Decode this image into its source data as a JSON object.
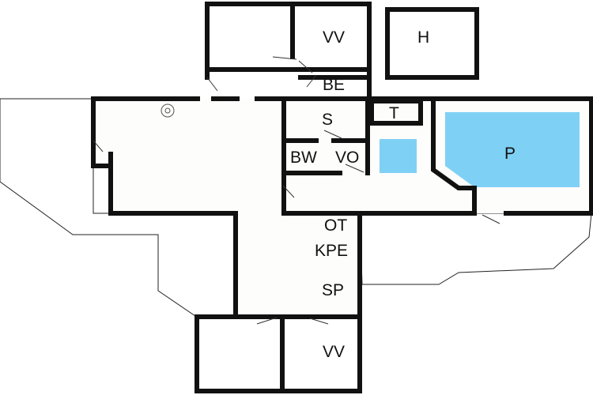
{
  "title": "Floor plan",
  "rooms": [
    {
      "id": "vv-top",
      "label": "VV"
    },
    {
      "id": "h",
      "label": "H"
    },
    {
      "id": "be",
      "label": "BE"
    },
    {
      "id": "s",
      "label": "S"
    },
    {
      "id": "t",
      "label": "T"
    },
    {
      "id": "bw",
      "label": "BW"
    },
    {
      "id": "vo",
      "label": "VO"
    },
    {
      "id": "p",
      "label": "P"
    },
    {
      "id": "ot",
      "label": "OT"
    },
    {
      "id": "kpe",
      "label": "KPE"
    },
    {
      "id": "sp",
      "label": "SP"
    },
    {
      "id": "vv-bottom",
      "label": "VV"
    }
  ],
  "colors": {
    "wall": "#111111",
    "water": "#7fd0f5",
    "background": "#ffffff"
  }
}
